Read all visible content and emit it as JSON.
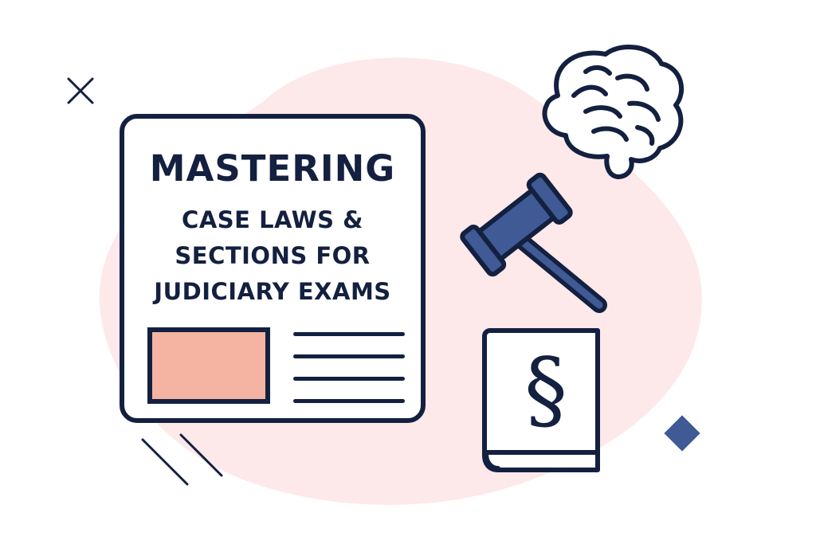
{
  "poster": {
    "title": "MASTERING",
    "subtitle_lines": [
      "CASE LAWS &",
      "SECTIONS FOR",
      "JUDICIARY EXAMS"
    ],
    "book_symbol": "§"
  },
  "colors": {
    "navy": "#13203f",
    "gavel_blue": "#3f5a94",
    "salmon": "#f5b3a1",
    "blob_pink": "#fde8ea",
    "white": "#ffffff"
  },
  "icons": [
    "close-cross-icon",
    "brain-icon",
    "gavel-icon",
    "law-book-icon",
    "diamond-icon",
    "slash-lines-icon"
  ]
}
